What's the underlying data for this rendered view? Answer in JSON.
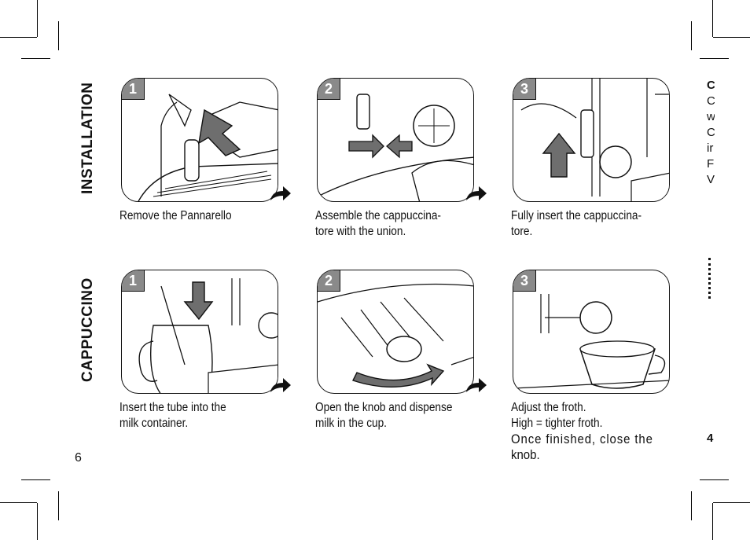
{
  "sections": {
    "installation": "INSTALLATION",
    "cappuccino": "CAPPUCCINO"
  },
  "installation_steps": [
    {
      "number": "1",
      "caption_lines": [
        "Remove the Pannarello"
      ]
    },
    {
      "number": "2",
      "caption_lines": [
        "Assemble the cappuccina-",
        "tore with the union."
      ]
    },
    {
      "number": "3",
      "caption_lines": [
        "Fully insert the cappuccina-",
        "tore."
      ]
    }
  ],
  "cappuccino_steps": [
    {
      "number": "1",
      "caption_lines": [
        "Insert the tube into the",
        "milk container."
      ]
    },
    {
      "number": "2",
      "caption_lines": [
        "Open the knob and dispense",
        "milk in the cup."
      ]
    },
    {
      "number": "3",
      "caption_lines": [
        "Adjust the froth.",
        "High = tighter froth.",
        "Once finished, close the",
        "knob."
      ]
    }
  ],
  "page_number": "6",
  "edge_fragment": {
    "letters": [
      "C",
      "C",
      "w",
      "C",
      "ir",
      "F",
      "V"
    ],
    "bottom_mark": "4"
  },
  "colors": {
    "badge": "#8a8a8a",
    "arrow": "#6e6e6e",
    "ink": "#111111"
  }
}
